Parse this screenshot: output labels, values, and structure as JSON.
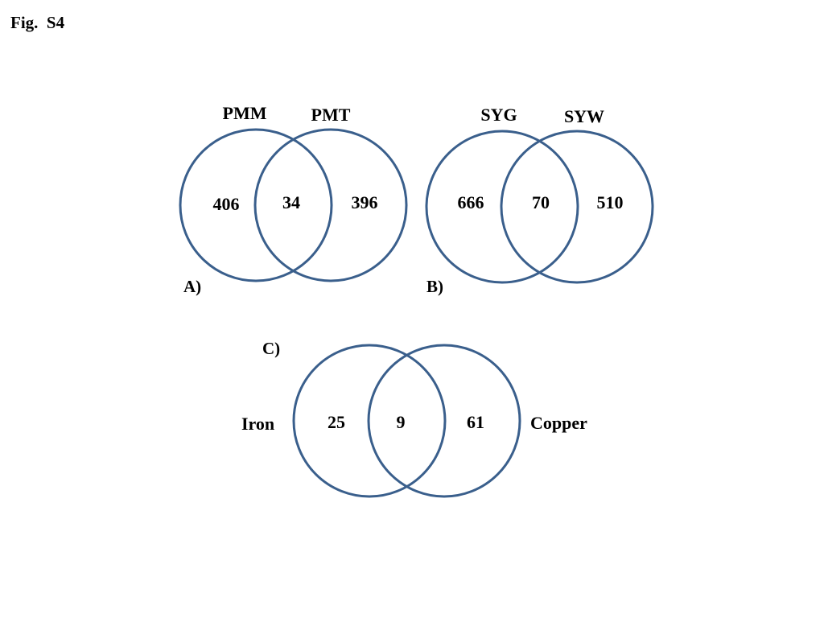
{
  "figure": {
    "label": "Fig.  S4"
  },
  "colors": {
    "circle_stroke": "#3a5f8c",
    "text": "#000000"
  },
  "diagrams": {
    "a": {
      "panel": "A)",
      "set_left": "PMM",
      "set_right": "PMT",
      "only_left": "406",
      "overlap": "34",
      "only_right": "396"
    },
    "b": {
      "panel": "B)",
      "set_left": "SYG",
      "set_right": "SYW",
      "only_left": "666",
      "overlap": "70",
      "only_right": "510"
    },
    "c": {
      "panel": "C)",
      "set_left": "Iron",
      "set_right": "Copper",
      "only_left": "25",
      "overlap": "9",
      "only_right": "61"
    }
  }
}
